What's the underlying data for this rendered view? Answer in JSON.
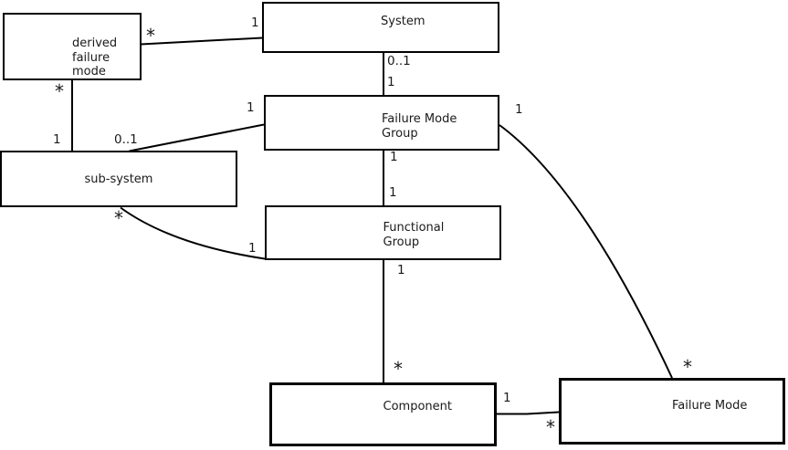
{
  "diagram": {
    "colors": {
      "background": "#ffffff",
      "line": "#000000",
      "text": "#1a1a1a"
    },
    "nodes": {
      "derived_failure_mode": {
        "label": "derived\nfailure\nmode"
      },
      "system": {
        "label": "System"
      },
      "failure_mode_group": {
        "label": "Failure Mode\nGroup"
      },
      "sub_system": {
        "label": "sub-system"
      },
      "functional_group": {
        "label": "Functional\nGroup"
      },
      "component": {
        "label": "Component"
      },
      "failure_mode": {
        "label": "Failure Mode"
      }
    },
    "edges": [
      {
        "from": "system",
        "to": "derived_failure_mode",
        "from_label": "1",
        "to_label": "*"
      },
      {
        "from": "derived_failure_mode",
        "to": "sub_system",
        "from_label": "*",
        "to_label": "1"
      },
      {
        "from": "failure_mode_group",
        "to": "sub_system",
        "from_label": "1",
        "to_label": "0..1"
      },
      {
        "from": "system",
        "to": "failure_mode_group",
        "from_label": "0..1",
        "to_label": "1"
      },
      {
        "from": "failure_mode_group",
        "to": "functional_group",
        "from_label": "1",
        "to_label": "1"
      },
      {
        "from": "functional_group",
        "to": "component",
        "from_label": "1",
        "to_label": "*"
      },
      {
        "from": "sub_system",
        "to": "functional_group",
        "from_label": "*",
        "to_label": "1"
      },
      {
        "from": "failure_mode_group",
        "to": "failure_mode",
        "from_label": "1",
        "to_label": "*"
      },
      {
        "from": "component",
        "to": "failure_mode",
        "from_label": "1",
        "to_label": "*"
      }
    ]
  }
}
